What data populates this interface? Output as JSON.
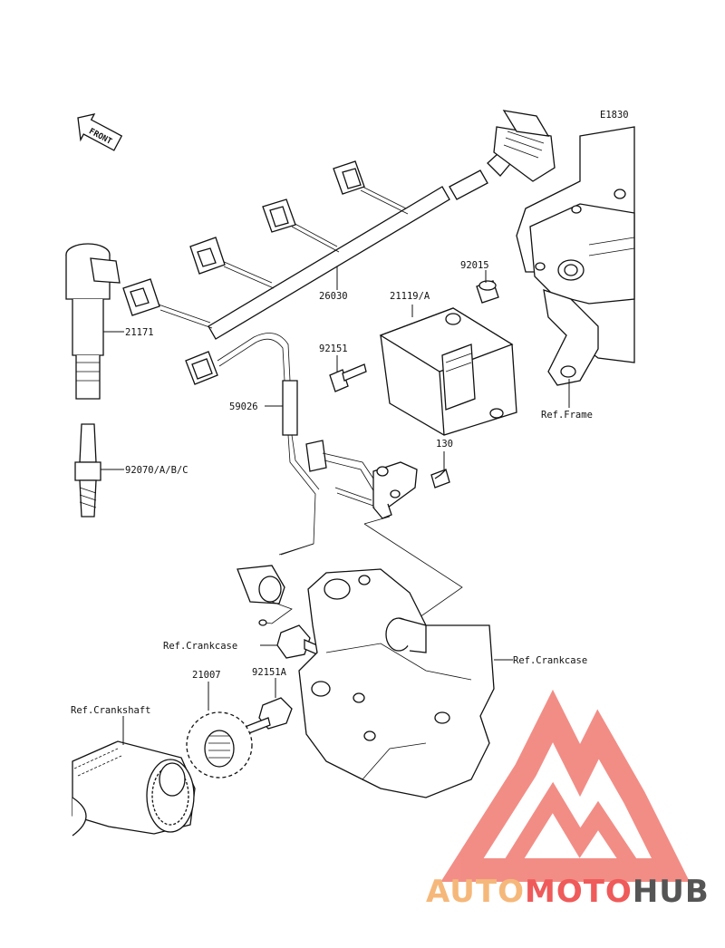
{
  "diagram": {
    "code": "E1830",
    "front_arrow": "FRONT",
    "parts": {
      "p21171": "21171",
      "p92070": "92070/A/B/C",
      "p26030": "26030",
      "p21119": "21119/A",
      "p92015": "92015",
      "p92151": "92151",
      "p59026": "59026",
      "p130": "130",
      "ref_frame": "Ref.Frame",
      "ref_crankcase_left": "Ref.Crankcase",
      "ref_crankcase_right": "Ref.Crankcase",
      "p21007": "21007",
      "p92151a": "92151A",
      "ref_crankshaft": "Ref.Crankshaft"
    }
  },
  "watermark": {
    "part1": "AUTO",
    "part2": "MOTO",
    "part3": "HUB",
    "color_orange": "#f5b87a",
    "color_red": "#ef5a5a",
    "color_gray": "#555555",
    "logo_color": "#f07a72"
  }
}
